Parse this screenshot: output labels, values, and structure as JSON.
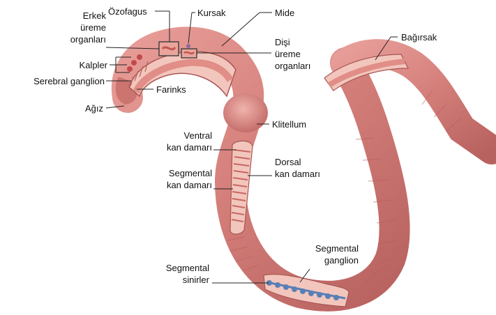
{
  "labels": {
    "erkek": [
      "Erkek",
      "üreme",
      "organları"
    ],
    "ozofagus": "Özofagus",
    "kursak": "Kursak",
    "mide": "Mide",
    "disi": [
      "Dişi",
      "üreme",
      "organları"
    ],
    "bagirsak": "Bağırsak",
    "kalpler": "Kalpler",
    "serebral": "Serebral ganglion",
    "farinks": "Farinks",
    "agiz": "Ağız",
    "klitellum": "Klitellum",
    "ventral": [
      "Ventral",
      "kan damarı"
    ],
    "segmental_kan": [
      "Segmental",
      "kan damarı"
    ],
    "dorsal": [
      "Dorsal",
      "kan damarı"
    ],
    "segmental_ganglion": [
      "Segmental",
      "ganglion"
    ],
    "segmental_sinirler": [
      "Segmental",
      "sinirler"
    ]
  },
  "colors": {
    "body": "#d47e7a",
    "body_light": "#ecaaa5",
    "body_dark": "#b25a58",
    "interior": "#f2c6bc",
    "nerve": "#5a7fb5",
    "leader_line": "#222222"
  }
}
